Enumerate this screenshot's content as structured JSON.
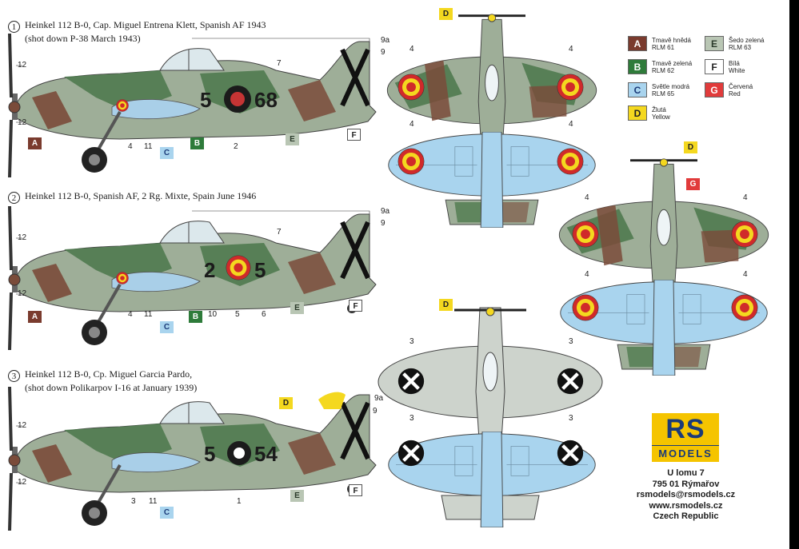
{
  "captions": [
    {
      "num": "1",
      "line1": "Heinkel 112 B-0, Cap. Miguel Entrena Klett, Spanish AF 1943",
      "line2": "(shot down P-38 March 1943)"
    },
    {
      "num": "2",
      "line1": "Heinkel 112 B-0, Spanish AF, 2 Rg. Mixte, Spain June 1946",
      "line2": ""
    },
    {
      "num": "3",
      "line1": "Heinkel 112 B-0, Cp. Miguel Garcia Pardo,",
      "line2": "(shot down Polikarpov I-16 at January 1939)"
    }
  ],
  "codes": {
    "a1_left": "5",
    "a1_right": "68",
    "a2_left": "2",
    "a2_right": "5",
    "a3_left": "5",
    "a3_right": "54"
  },
  "callouts": {
    "a1": {
      "c12a": "12",
      "c12b": "12",
      "c7": "7",
      "c9a": "9a",
      "c9": "9",
      "c4": "4",
      "c11": "11",
      "c2": "2"
    },
    "a2": {
      "c12a": "12",
      "c12b": "12",
      "c7": "7",
      "c9a": "9a",
      "c9": "9",
      "c4": "4",
      "c11": "11",
      "c10": "10",
      "c5": "5",
      "c6": "6"
    },
    "a3": {
      "c12a": "12",
      "c12b": "12",
      "c9a": "9a",
      "c9": "9",
      "c3": "3",
      "c11": "11",
      "c1": "1"
    },
    "top1": {
      "l": "4",
      "r": "4",
      "bl": "4",
      "br": "4"
    },
    "top2": {
      "l": "4",
      "r": "4",
      "bl": "4",
      "br": "4"
    },
    "top3": {
      "l": "3",
      "r": "3",
      "bl": "3",
      "br": "3"
    }
  },
  "badges": {
    "A": "A",
    "B": "B",
    "C": "C",
    "D": "D",
    "E": "E",
    "F": "F",
    "G": "G"
  },
  "legend": [
    {
      "code": "A",
      "color": "#7a3b2e",
      "line1": "Tmavě hnědá",
      "line2": "RLM 61"
    },
    {
      "code": "E",
      "color": "#b9c6b4",
      "line1": "Šedo zelená",
      "line2": "RLM 63"
    },
    {
      "code": "B",
      "color": "#2e7b3a",
      "line1": "Tmavě zelená",
      "line2": "RLM 62"
    },
    {
      "code": "F",
      "color": "#ffffff",
      "line1": "Bílá",
      "line2": "White"
    },
    {
      "code": "C",
      "color": "#a9d4ee",
      "line1": "Světle modrá",
      "line2": "RLM 65"
    },
    {
      "code": "G",
      "color": "#e13b3b",
      "line1": "Červená",
      "line2": "Red"
    },
    {
      "code": "D",
      "color": "#f4d81f",
      "line1": "Žlutá",
      "line2": "Yellow"
    }
  ],
  "logo": {
    "letters": "RS",
    "word": "MODELS"
  },
  "address": [
    "U lomu 7",
    "795 01 Rýmařov",
    "rsmodels@rsmodels.cz",
    "www.rsmodels.cz",
    "Czech Republic"
  ]
}
